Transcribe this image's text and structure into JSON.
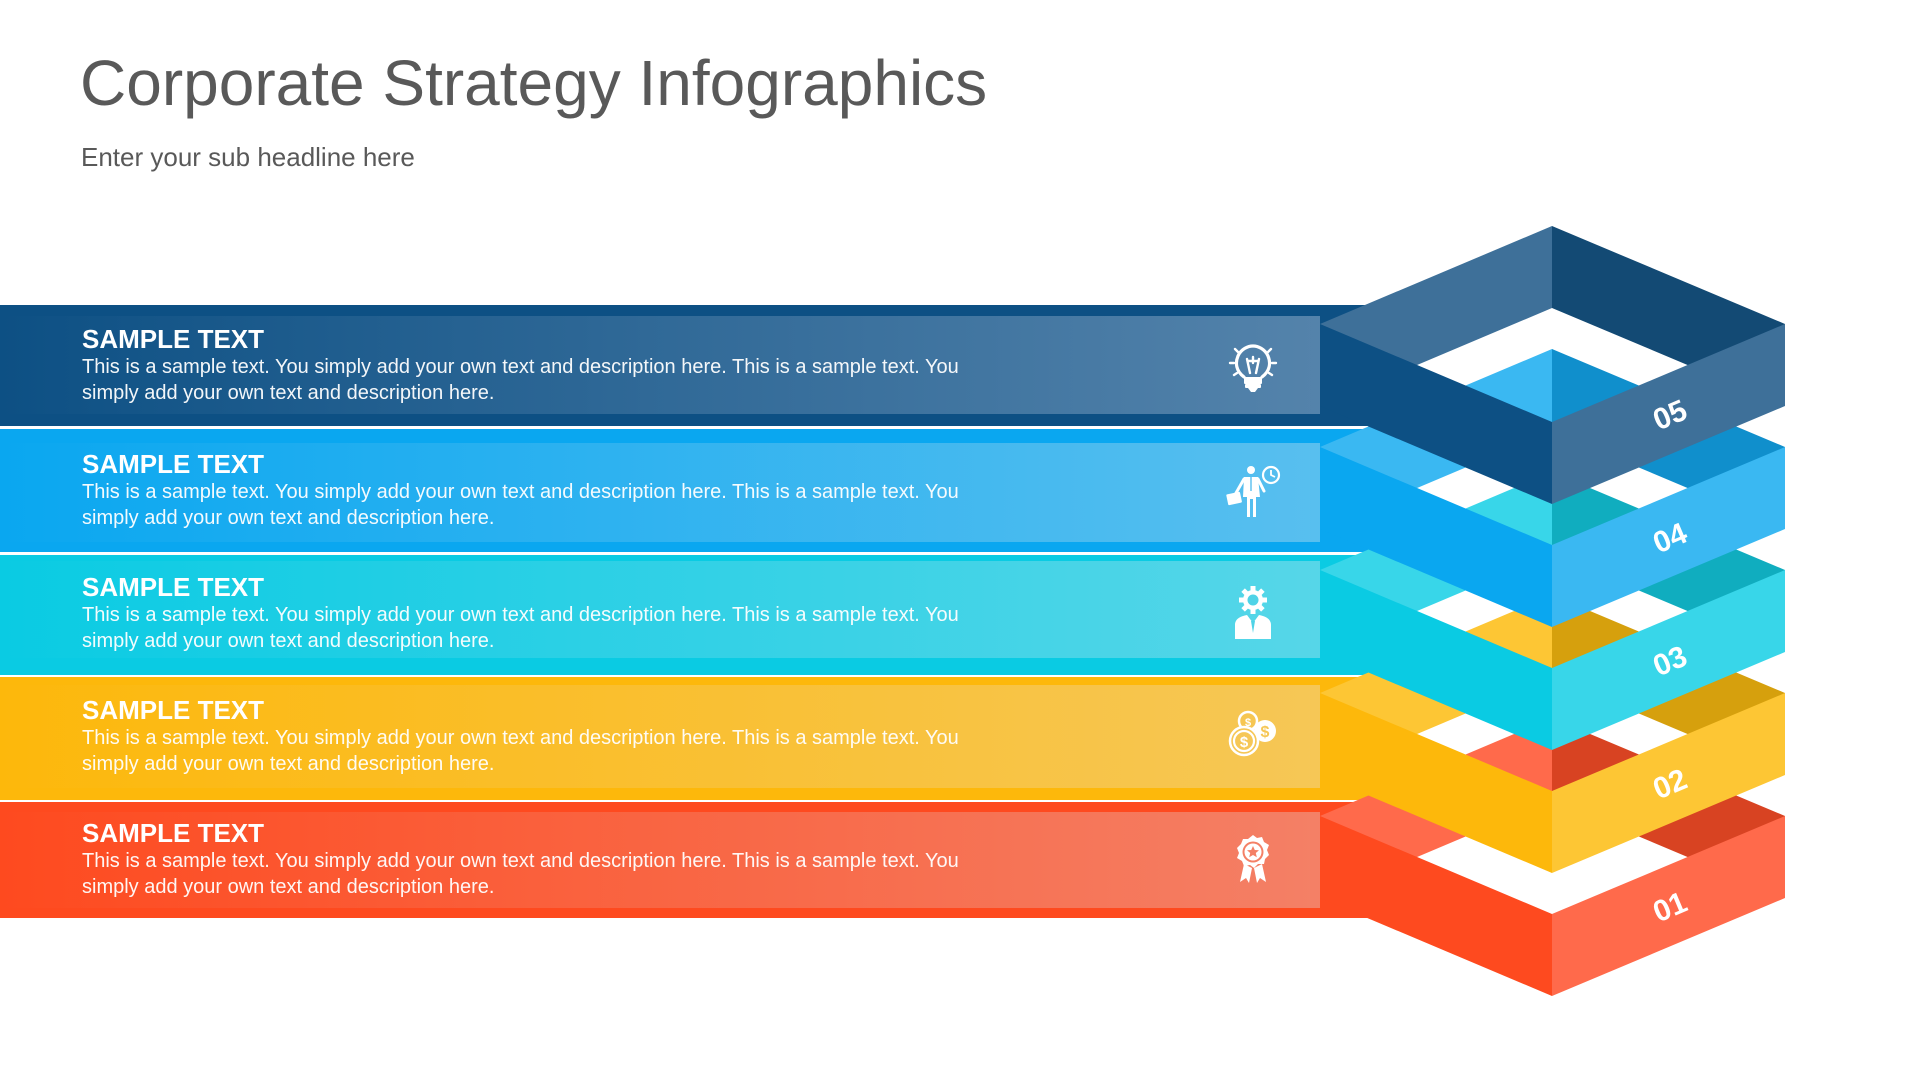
{
  "header": {
    "title": "Corporate Strategy Infographics",
    "subtitle": "Enter your sub headline here"
  },
  "steps": [
    {
      "number": "05",
      "heading": "SAMPLE TEXT",
      "description": "This is a sample text. You simply add your own text and description here. This is a sample text. You simply add your own text and description here.",
      "icon": "lightbulb-icon",
      "colors": {
        "band": "#0d5084",
        "panel_from": "#0d5084",
        "panel_to": "#5483ab",
        "front_left": "#0d5084",
        "front_right": "#3e7099",
        "back_left": "#3e7099",
        "back_right": "#134a74"
      }
    },
    {
      "number": "04",
      "heading": "SAMPLE TEXT",
      "description": "This is a sample text. You simply add your own text and description here. This is a sample text. You simply add your own text and description here.",
      "icon": "businessman-clock-icon",
      "colors": {
        "band": "#0aa7f0",
        "panel_from": "#0aa7f0",
        "panel_to": "#58bfef",
        "front_left": "#0aa7f0",
        "front_right": "#3ab8f2",
        "back_left": "#3ab8f2",
        "back_right": "#108fcc"
      }
    },
    {
      "number": "03",
      "heading": "SAMPLE TEXT",
      "description": "This is a sample text. You simply add your own text and description here. This is a sample text. You simply add your own text and description here.",
      "icon": "gear-head-person-icon",
      "colors": {
        "band": "#0acbe3",
        "panel_from": "#0acbe3",
        "panel_to": "#56d6e8",
        "front_left": "#0acbe3",
        "front_right": "#38d6e9",
        "back_left": "#38d6e9",
        "back_right": "#10adbf"
      }
    },
    {
      "number": "02",
      "heading": "SAMPLE TEXT",
      "description": "This is a sample text. You simply add your own text and description here. This is a sample text. You simply add your own text and description here.",
      "icon": "coins-icon",
      "colors": {
        "band": "#fdb80b",
        "panel_from": "#fdb80b",
        "panel_to": "#f6c756",
        "front_left": "#fdb80b",
        "front_right": "#fdc634",
        "back_left": "#fdc634",
        "back_right": "#d6a00d"
      }
    },
    {
      "number": "01",
      "heading": "SAMPLE TEXT",
      "description": "This is a sample text. You simply add your own text and description here. This is a sample text. You simply add your own text and description here.",
      "icon": "award-ribbon-icon",
      "colors": {
        "band": "#fe4a1f",
        "panel_from": "#fe4a1f",
        "panel_to": "#f48066",
        "front_left": "#fe4a1f",
        "front_right": "#ff6a4b",
        "back_left": "#ff6a4b",
        "back_right": "#d84322"
      }
    }
  ]
}
